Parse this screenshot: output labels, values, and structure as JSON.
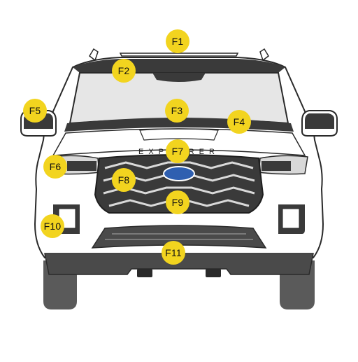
{
  "vehicle": {
    "badge_text": "EXPLORER"
  },
  "colors": {
    "marker_fill": "#f2d41f",
    "body_outline": "#2a2a2a",
    "grille": "#3a3a3a",
    "lower_trim": "#4a4a4a",
    "windshield": "#e6e6e6",
    "logo_blue": "#2f5fb0"
  },
  "markers": [
    {
      "id": "f1",
      "label": "F1"
    },
    {
      "id": "f2",
      "label": "F2"
    },
    {
      "id": "f3",
      "label": "F3"
    },
    {
      "id": "f4",
      "label": "F4"
    },
    {
      "id": "f5",
      "label": "F5"
    },
    {
      "id": "f6",
      "label": "F6"
    },
    {
      "id": "f7",
      "label": "F7"
    },
    {
      "id": "f8",
      "label": "F8"
    },
    {
      "id": "f9",
      "label": "F9"
    },
    {
      "id": "f10",
      "label": "F10"
    },
    {
      "id": "f11",
      "label": "F11"
    }
  ]
}
